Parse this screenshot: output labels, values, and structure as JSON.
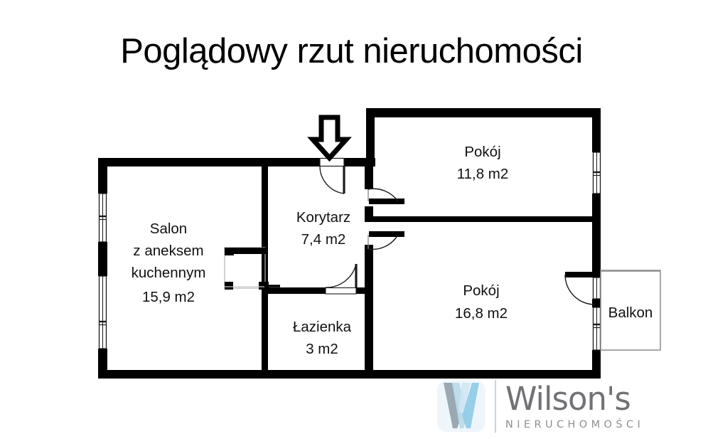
{
  "title": "Poglądowy rzut nieruchomości",
  "floorplan": {
    "rooms": [
      {
        "id": "salon",
        "name": "Salon",
        "name_line2": "z aneksem",
        "name_line3": "kuchennym",
        "area": "15,9 m2"
      },
      {
        "id": "korytarz",
        "name": "Korytarz",
        "area": "7,4 m2"
      },
      {
        "id": "lazienka",
        "name": "Łazienka",
        "area": "3 m2"
      },
      {
        "id": "pokoj1",
        "name": "Pokój",
        "area": "11,8 m2"
      },
      {
        "id": "pokoj2",
        "name": "Pokój",
        "area": "16,8 m2"
      },
      {
        "id": "balkon",
        "name": "Balkon",
        "area": ""
      }
    ],
    "entrance_marker": "entrance-arrow-down",
    "colors": {
      "wall": "#000000",
      "fill": "#ffffff",
      "thin_line": "#9a9a9a",
      "balcony_outline": "#8c8c8c"
    }
  },
  "watermark": {
    "wordmark": "Wilson's",
    "subtitle": "NIERUCHOMOŚCI",
    "logo_icon": "wilsons-w-logo",
    "colors": {
      "light_blue": "#8ecbe8",
      "mid_blue": "#b8d9ea",
      "gray_blue": "#8f9ea8",
      "text_gray": "#6d6e71",
      "sub_gray": "#8a8c8e"
    }
  }
}
